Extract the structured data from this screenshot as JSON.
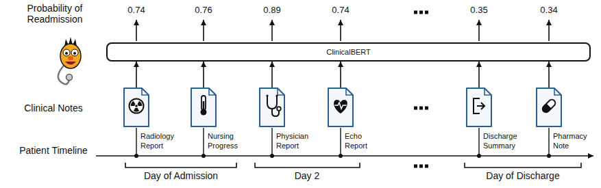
{
  "diagram": {
    "nodes": [
      {
        "text": [
          "ClinicalBERT"
        ]
      },
      {
        "text": [
          "Radiology Report"
        ]
      },
      {
        "text": [
          "Nursing Progress"
        ]
      },
      {
        "text": [
          "Physician Report"
        ]
      },
      {
        "text": [
          "Echo Report"
        ]
      },
      {
        "text": [
          "Discharge Summary"
        ]
      },
      {
        "text": [
          "Pharmacy Note"
        ]
      }
    ],
    "edges": [
      {
        "from": 1,
        "to": 0,
        "arrow": "to"
      },
      {
        "from": 2,
        "to": 0,
        "arrow": "to"
      },
      {
        "from": 3,
        "to": 0,
        "arrow": "to"
      },
      {
        "from": 4,
        "to": 0,
        "arrow": "to"
      },
      {
        "from": 5,
        "to": 0,
        "arrow": "to"
      },
      {
        "from": 6,
        "to": 0,
        "arrow": "to"
      }
    ],
    "labels": [
      "Probability of Readmission",
      "0.74",
      "0.76",
      "0.89",
      "0.74",
      "0.35",
      "0.34",
      "Clinical Notes",
      "Patient Timeline",
      "Day of Admission",
      "Day 2",
      "Day of Discharge"
    ]
  }
}
